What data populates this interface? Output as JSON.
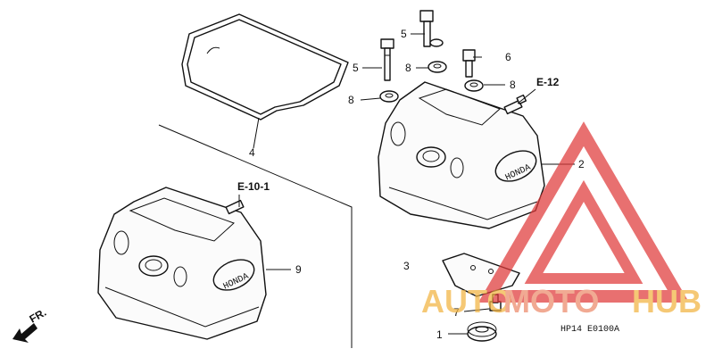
{
  "callouts": {
    "p1": "1",
    "p2": "2",
    "p3": "3",
    "p4": "4",
    "p5a": "5",
    "p5b": "5",
    "p6": "6",
    "p7": "7",
    "p8a": "8",
    "p8b": "8",
    "p8c": "8",
    "p9": "9"
  },
  "refs": {
    "e12": "E-12",
    "e101": "E-10-1"
  },
  "cover_text": "HONDA",
  "front_marker": "FR.",
  "diagram_code": "HP14  E0100A",
  "watermark": {
    "auto": "AUTO",
    "moto": "MOTO",
    "hub": "HUB",
    "color_light": "#f2b441",
    "color_mid": "#ec8a6a",
    "color_red": "#e03a3a"
  }
}
